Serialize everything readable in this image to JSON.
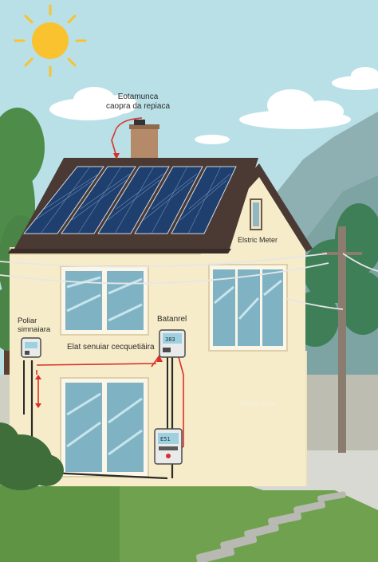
{
  "labels": {
    "top_callout": [
      "Eotamunca",
      "caopra da repiaca"
    ],
    "electric_meter": "Elstric Meter",
    "left_label": [
      "Poliar",
      "simnaiara"
    ],
    "middle_label": "Elat senuiar cecquetiäira",
    "battery_label": "Batanrel",
    "garage_label": "Goho woot"
  },
  "displays": {
    "meter_a": "383",
    "meter_b": "E51"
  },
  "colors": {
    "sky": "#b9e0e6",
    "sun": "#f9c22e",
    "wall": "#f7ecc9",
    "roof": "#4b3a34",
    "solar_panel": "#1f3f6e",
    "wire": "#d9302a",
    "garage_door": "#4d3c38",
    "grass": "#6fa14f"
  }
}
